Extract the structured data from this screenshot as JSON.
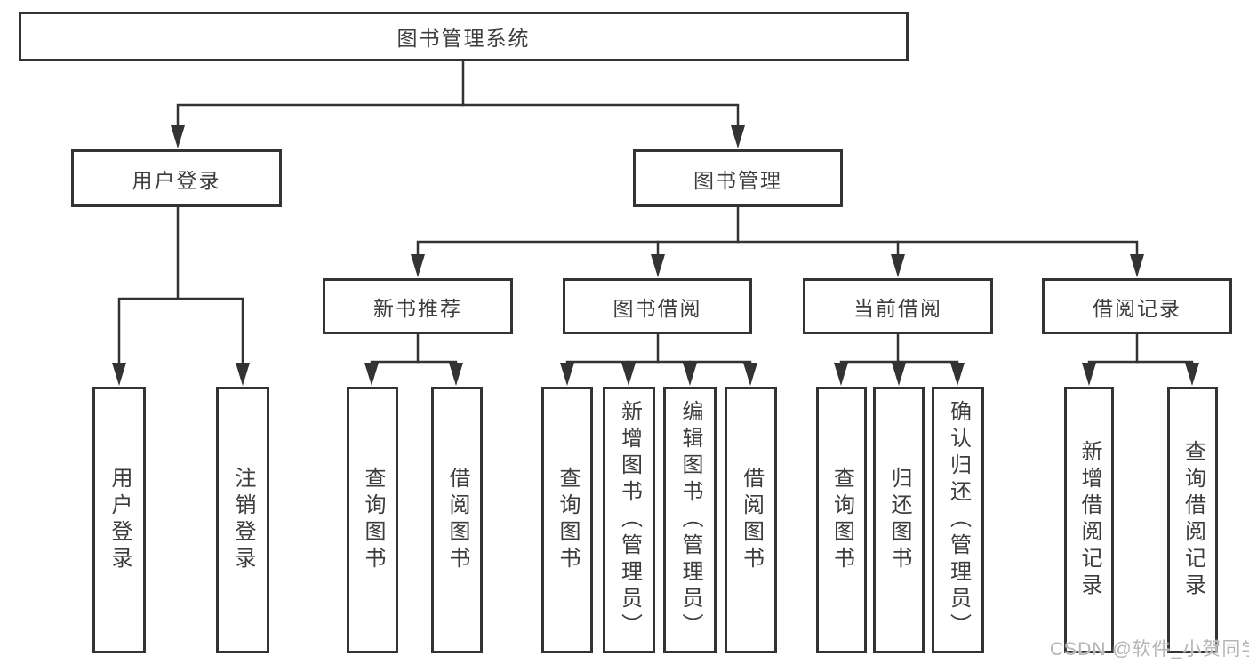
{
  "diagram": {
    "type": "tree-structure-chart",
    "tree": {
      "root": {
        "label": "图书管理系统"
      },
      "branches": [
        {
          "label": "用户登录",
          "children": [
            {
              "label": "用户登录"
            },
            {
              "label": "注销登录"
            }
          ]
        },
        {
          "label": "图书管理",
          "children": [
            {
              "label": "新书推荐",
              "children": [
                {
                  "label": "查询图书"
                },
                {
                  "label": "借阅图书"
                }
              ]
            },
            {
              "label": "图书借阅",
              "children": [
                {
                  "label": "查询图书"
                },
                {
                  "label": "新增图书（管理员）"
                },
                {
                  "label": "编辑图书（管理员）"
                },
                {
                  "label": "借阅图书"
                }
              ]
            },
            {
              "label": "当前借阅",
              "children": [
                {
                  "label": "查询图书"
                },
                {
                  "label": "归还图书"
                },
                {
                  "label": "确认归还（管理员）"
                }
              ]
            },
            {
              "label": "借阅记录",
              "children": [
                {
                  "label": "新增借阅记录"
                },
                {
                  "label": "查询借阅记录"
                }
              ]
            }
          ]
        }
      ]
    }
  },
  "watermark": {
    "text": "CSDN @软件_小贺同学"
  },
  "colors": {
    "line": "#333333",
    "text": "#3d3d3d",
    "background": "#ffffff",
    "watermark": "#b5b5b5"
  }
}
